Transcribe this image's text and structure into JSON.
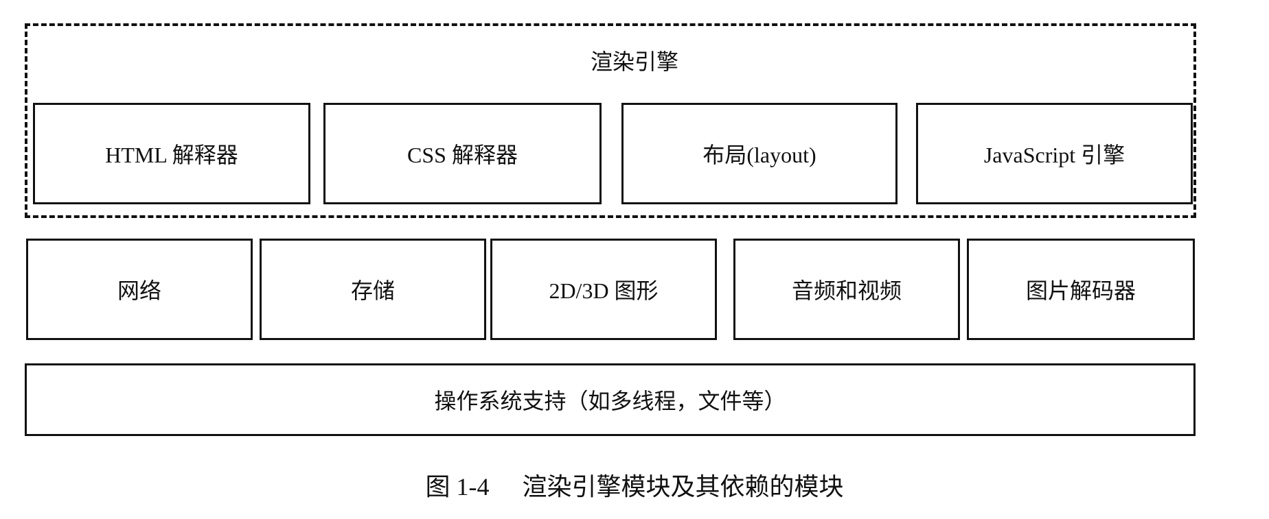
{
  "rendering_engine": {
    "title": "渲染引擎",
    "modules": [
      "HTML 解释器",
      "CSS 解释器",
      "布局(layout)",
      "JavaScript 引擎"
    ]
  },
  "dependencies": [
    "网络",
    "存储",
    "2D/3D 图形",
    "音频和视频",
    "图片解码器"
  ],
  "os_support": "操作系统支持（如多线程，文件等）",
  "caption": {
    "number": "图 1-4",
    "text": "渲染引擎模块及其依赖的模块"
  }
}
